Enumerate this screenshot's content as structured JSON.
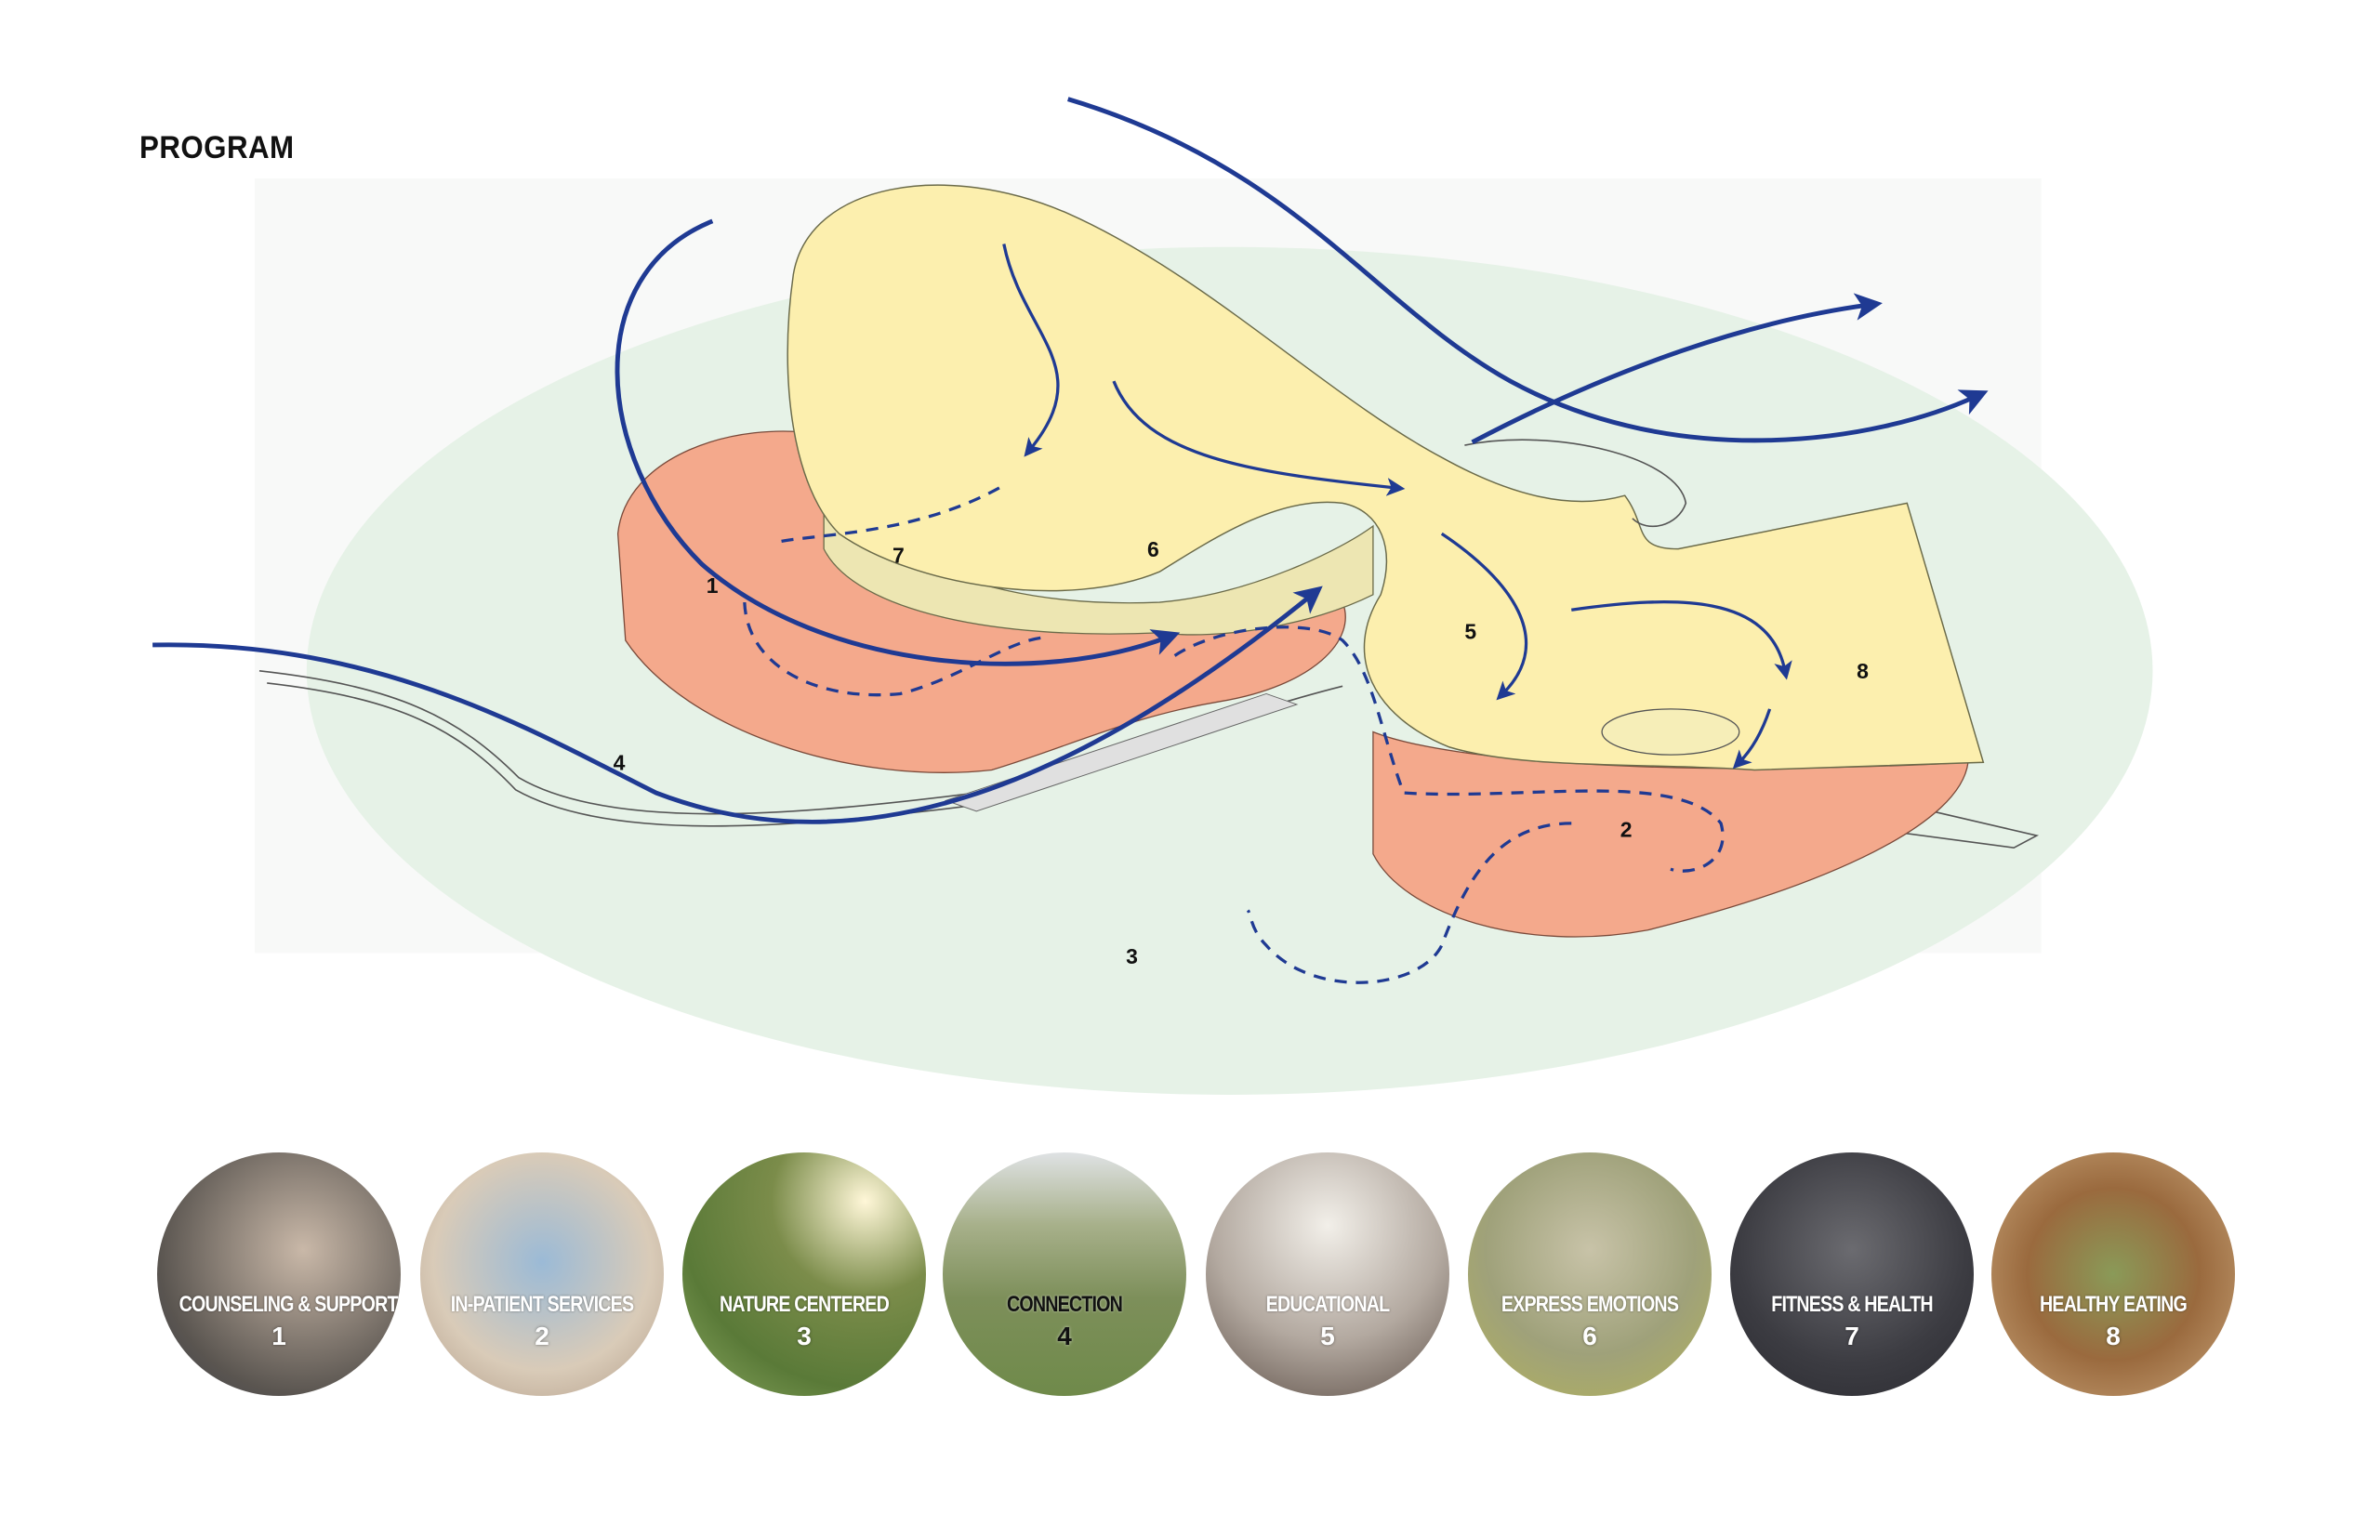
{
  "title": "PROGRAM",
  "zones": [
    "1",
    "2",
    "3",
    "4",
    "5",
    "6",
    "7",
    "8"
  ],
  "colors": {
    "ground": "#e6f2e7",
    "upper_level": "#fcefae",
    "lower_level": "#f4a98c",
    "flow_arrows": "#1f3a93"
  },
  "program_items": [
    {
      "label": "COUNSELING & SUPPORT",
      "number": "1"
    },
    {
      "label": "IN-PATIENT SERVICES",
      "number": "2"
    },
    {
      "label": "NATURE CENTERED",
      "number": "3"
    },
    {
      "label": "CONNECTION",
      "number": "4"
    },
    {
      "label": "EDUCATIONAL",
      "number": "5"
    },
    {
      "label": "EXPRESS EMOTIONS",
      "number": "6"
    },
    {
      "label": "FITNESS & HEALTH",
      "number": "7"
    },
    {
      "label": "HEALTHY EATING",
      "number": "8"
    }
  ]
}
